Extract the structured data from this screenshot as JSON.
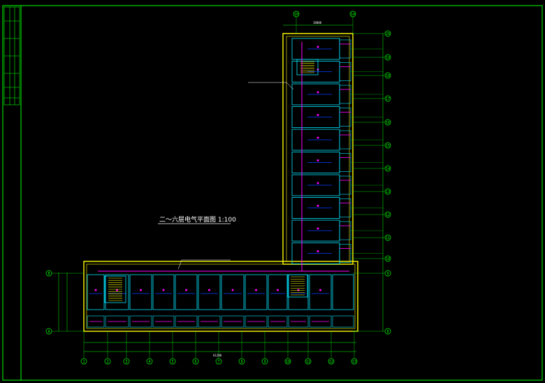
{
  "drawing": {
    "title": "二～六层电气平面图 1:100",
    "background": "#000000",
    "colors": {
      "frame": "#00ff00",
      "wall": "#ffff00",
      "room": "#00e5ff",
      "fixture": "#0040ff",
      "wire": "#ff00ff",
      "text": "#ffffff",
      "grid": "#00ff00",
      "annotation": "#ff3b3b"
    },
    "grid_labels": {
      "bottom": [
        "1",
        "2",
        "3",
        "4",
        "5",
        "6",
        "7",
        "8",
        "9",
        "10",
        "11",
        "12",
        "13"
      ],
      "right": [
        "20",
        "19",
        "18",
        "17",
        "16",
        "15",
        "14",
        "13",
        "12",
        "11",
        "10",
        "9",
        "8"
      ],
      "left": [
        "B",
        "A"
      ],
      "top": [
        "10",
        "14"
      ]
    },
    "dims": {
      "top_total": "18000",
      "bottom_total": "61200"
    }
  }
}
